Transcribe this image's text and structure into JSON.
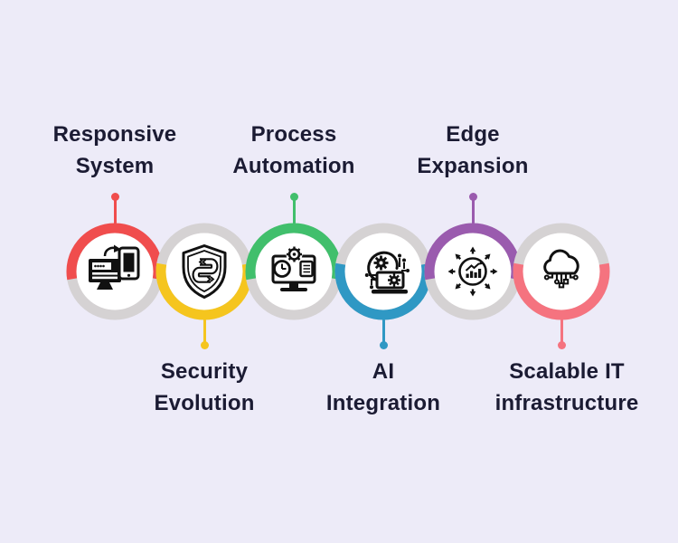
{
  "steps": [
    {
      "label": "Responsive System",
      "position": "top",
      "accent_color": "#F04D4D",
      "icon": "responsive-devices-icon"
    },
    {
      "label": "Security Evolution",
      "position": "bottom",
      "accent_color": "#F5C51E",
      "icon": "security-evolution-shield-icon"
    },
    {
      "label": "Process Automation",
      "position": "top",
      "accent_color": "#41BF6C",
      "icon": "process-automation-monitor-icon"
    },
    {
      "label": "AI Integration",
      "position": "bottom",
      "accent_color": "#2F98C4",
      "icon": "ai-head-gear-icon"
    },
    {
      "label": "Edge Expansion",
      "position": "top",
      "accent_color": "#9A5BAE",
      "icon": "expansion-chart-arrows-icon"
    },
    {
      "label": "Scalable IT infrastructure",
      "position": "bottom",
      "accent_color": "#F5737F",
      "icon": "cloud-network-icon"
    }
  ],
  "colors": {
    "background": "#EDEBF8",
    "ring_track": "#D5D2D3",
    "circle_fill": "#FFFFFF",
    "icon_ink": "#111111",
    "label_text": "#1B1B33"
  }
}
